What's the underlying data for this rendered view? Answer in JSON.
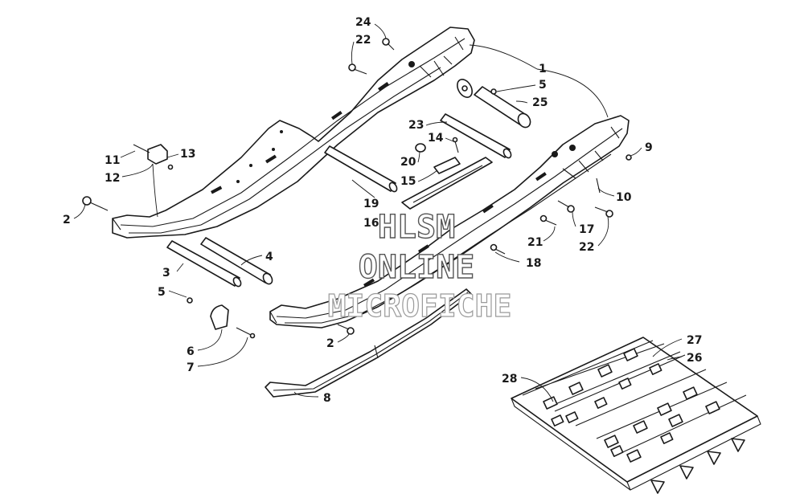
{
  "watermark": {
    "line1": "HLSM",
    "line2": "ONLINE",
    "line3": "MICROFICHE"
  },
  "callouts": [
    {
      "id": "c24",
      "text": "24"
    },
    {
      "id": "c22a",
      "text": "22"
    },
    {
      "id": "c1",
      "text": "1"
    },
    {
      "id": "c5a",
      "text": "5"
    },
    {
      "id": "c25",
      "text": "25"
    },
    {
      "id": "c23",
      "text": "23"
    },
    {
      "id": "c14",
      "text": "14"
    },
    {
      "id": "c20",
      "text": "20"
    },
    {
      "id": "c15",
      "text": "15"
    },
    {
      "id": "c9",
      "text": "9"
    },
    {
      "id": "c10",
      "text": "10"
    },
    {
      "id": "c11",
      "text": "11"
    },
    {
      "id": "c13",
      "text": "13"
    },
    {
      "id": "c12",
      "text": "12"
    },
    {
      "id": "c2a",
      "text": "2"
    },
    {
      "id": "c19",
      "text": "19"
    },
    {
      "id": "c16",
      "text": "16"
    },
    {
      "id": "c17",
      "text": "17"
    },
    {
      "id": "c22b",
      "text": "22"
    },
    {
      "id": "c21",
      "text": "21"
    },
    {
      "id": "c18",
      "text": "18"
    },
    {
      "id": "c4",
      "text": "4"
    },
    {
      "id": "c3",
      "text": "3"
    },
    {
      "id": "c5b",
      "text": "5"
    },
    {
      "id": "c6",
      "text": "6"
    },
    {
      "id": "c7",
      "text": "7"
    },
    {
      "id": "c2b",
      "text": "2"
    },
    {
      "id": "c27",
      "text": "27"
    },
    {
      "id": "c26",
      "text": "26"
    },
    {
      "id": "c28",
      "text": "28"
    },
    {
      "id": "c8",
      "text": "8"
    }
  ]
}
